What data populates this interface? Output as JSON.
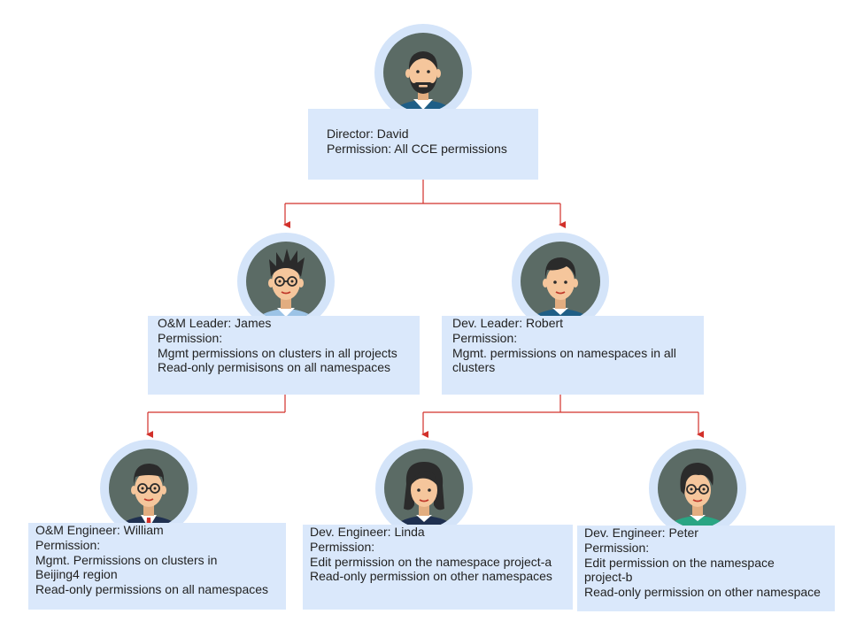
{
  "nodes": {
    "david": {
      "avatar_icon": "man-beard-icon",
      "title": "Director: David",
      "lines": [
        "Permission: All CCE permissions"
      ]
    },
    "james": {
      "avatar_icon": "man-glasses-spiky-hair-icon",
      "title": "O&M Leader: James",
      "lines": [
        "Permission:",
        "Mgmt permissions on clusters in all projects",
        "Read-only permisisons on all namespaces"
      ]
    },
    "robert": {
      "avatar_icon": "man-short-hair-icon",
      "title": "Dev. Leader: Robert",
      "lines": [
        "Permission:",
        "Mgmt. permissions on namespaces in all",
        "clusters"
      ]
    },
    "william": {
      "avatar_icon": "man-glasses-suit-icon",
      "title": "O&M Engineer: William",
      "lines": [
        "Permission:",
        "Mgmt. Permissions on clusters in",
        "Beijing4 region",
        "Read-only permissions on all namespaces"
      ]
    },
    "linda": {
      "avatar_icon": "woman-bob-hair-icon",
      "title": "Dev. Engineer: Linda",
      "lines": [
        "Permission:",
        "Edit permission on the namespace project-a",
        "Read-only permission on other namespaces"
      ]
    },
    "peter": {
      "avatar_icon": "person-glasses-green-shirt-icon",
      "title": "Dev. Engineer: Peter",
      "lines": [
        "Permission:",
        "Edit permission on the namespace",
        "project-b",
        "Read-only permission on other namespace"
      ]
    }
  },
  "colors": {
    "box_fill": "#dae8fb",
    "avatar_ring": "#d4e4f9",
    "avatar_bg": "#5b6b65",
    "connector": "#d2302a",
    "skin": "#f5c69c",
    "hair": "#2b2b2b",
    "shirt_blue": "#1f5e86",
    "shirt_green": "#2aa583"
  }
}
